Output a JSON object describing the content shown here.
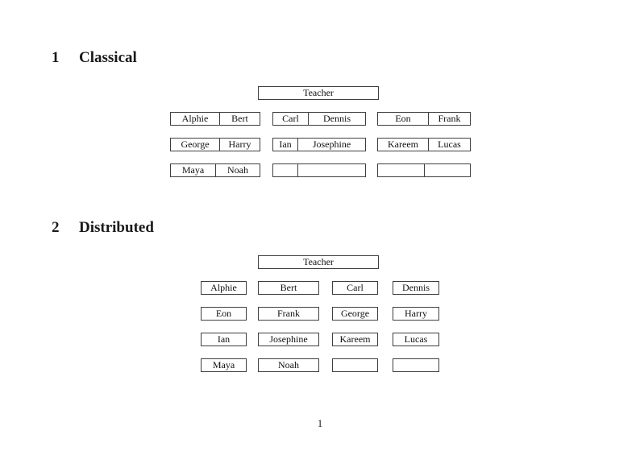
{
  "page": {
    "number": "1"
  },
  "sections": {
    "classical": {
      "number": "1",
      "title": "Classical",
      "teacher_label": "Teacher",
      "desks": [
        [
          {
            "left": "Alphie",
            "right": "Bert"
          },
          {
            "left": "Carl",
            "right": "Dennis"
          },
          {
            "left": "Eon",
            "right": "Frank"
          }
        ],
        [
          {
            "left": "George",
            "right": "Harry"
          },
          {
            "left": "Ian",
            "right": "Josephine"
          },
          {
            "left": "Kareem",
            "right": "Lucas"
          }
        ],
        [
          {
            "left": "Maya",
            "right": "Noah"
          },
          {
            "left": "",
            "right": ""
          },
          {
            "left": "",
            "right": ""
          }
        ]
      ]
    },
    "distributed": {
      "number": "2",
      "title": "Distributed",
      "teacher_label": "Teacher",
      "desks": [
        [
          "Alphie",
          "Bert",
          "Carl",
          "Dennis"
        ],
        [
          "Eon",
          "Frank",
          "George",
          "Harry"
        ],
        [
          "Ian",
          "Josephine",
          "Kareem",
          "Lucas"
        ],
        [
          "Maya",
          "Noah",
          "",
          ""
        ]
      ]
    }
  }
}
